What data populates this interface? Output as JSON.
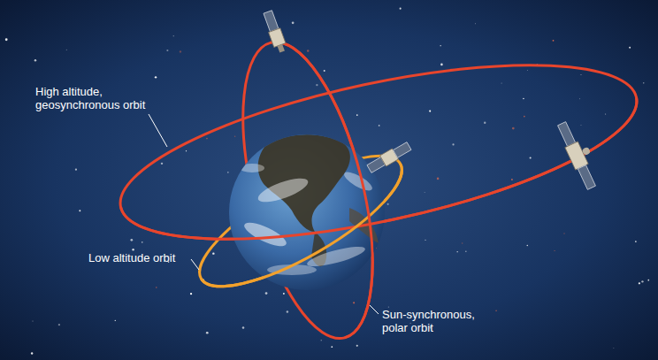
{
  "diagram": {
    "labels": [
      "High altitude, geosynchronous orbit",
      "Low altitude orbit",
      "Sun-synchronous, polar orbit"
    ]
  }
}
